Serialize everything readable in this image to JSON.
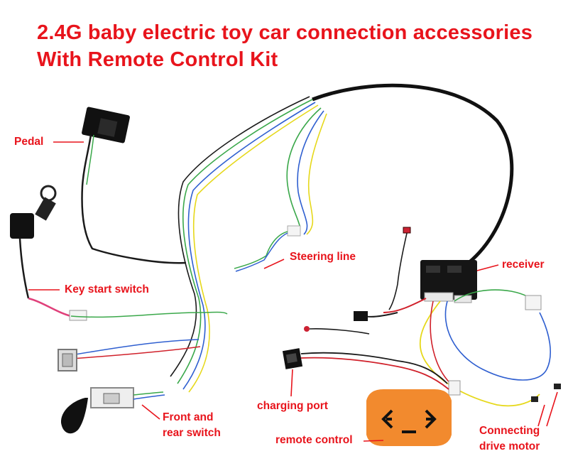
{
  "title": {
    "line1": "2.4G baby electric toy car connection accessories",
    "line2": "With Remote Control Kit"
  },
  "labels": {
    "pedal": "Pedal",
    "key_start_switch": "Key start switch",
    "steering_line": "Steering  line",
    "receiver": "receiver",
    "front_rear_switch_line1": "Front and",
    "front_rear_switch_line2": "rear switch",
    "charging_port": "charging port",
    "remote_control": "remote control",
    "drive_motor_line1": "Connecting",
    "drive_motor_line2": "drive motor"
  },
  "colors": {
    "label_red": "#e8141c",
    "remote_orange": "#f28a2e",
    "wire_black": "#1a1a1a",
    "wire_green": "#3aa84a",
    "wire_blue": "#2f5fd0",
    "wire_yellow": "#e6d81a",
    "wire_red": "#d0202a",
    "wire_pink": "#e0407a"
  }
}
